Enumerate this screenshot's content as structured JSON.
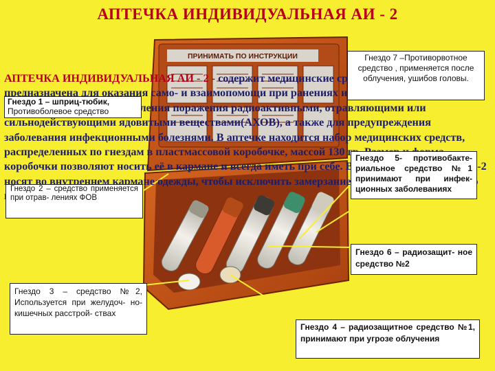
{
  "title": "АПТЕЧКА ИНДИВИДУАЛЬНАЯ АИ - 2",
  "photo": {
    "panel_label": "ПРИНИМАТЬ ПО ИНСТРУКЦИИ",
    "colors": {
      "case": "#c8531f",
      "case_dark": "#8e3310",
      "panel": "#d9d5cc",
      "text_red": "#b8001a",
      "text_blue": "#1d1d6a"
    }
  },
  "body": {
    "lead": "АПТЕЧКА ИНДИВИДУАЛЬНАЯ АИ - 2 -",
    "text": " содержит медицинские средства защиты и предназначена для оказания само- и взаимопомощи при ранениях и ожогах(для снятия боли), предупреждения или ослабления поражения радиоактивными, отравляющими или сильнодействующими ядовитыми веществами(АХОВ), а также для предупреждения заболевания инфекционными болезнями. В аптечке находится набор медицинских средств, распределенных по гнездам в пластмассовой коробочке, массой 130 гр. Размер и форма коробочки позволяют носить её в кармане и всегда иметь при себе. В холодное время года АИ-2 носят во внутреннем кармане одежды, чтобы исключить замерзание жидкого лекарственного препарата."
  },
  "callouts": {
    "nest1": {
      "title": "Гнездо 1 – шприц-тюбик,",
      "text": "Противоболевое средство"
    },
    "nest2": {
      "text": "Гнездо 2 – средство применяется при отрав- лениях ФОВ"
    },
    "nest3": {
      "text": "Гнездо 3 – средство №2, Используется при желудоч- но-кишечных расстрой- ствах"
    },
    "nest4": {
      "text": "Гнездо 4 – радиозащитное средство №1, принимают при угрозе облучения"
    },
    "nest5": {
      "text": "Гнездо 5- противобакте- риальное средство №1 принимают при инфек- ционных заболеваниях"
    },
    "nest6": {
      "text": "Гнездо 6 – радиозащит- ное средство №2"
    },
    "nest7": {
      "text": "Гнездо 7 –Противорвотное средство , применяется после облучения, ушибов головы."
    }
  }
}
